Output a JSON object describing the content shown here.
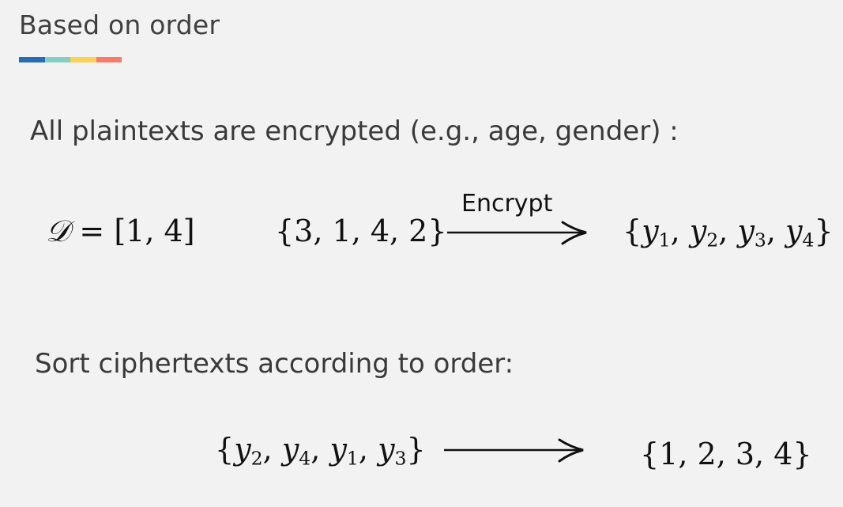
{
  "title": "Based on order",
  "accent_colors": [
    "#2a6cb0",
    "#86cfc4",
    "#f8d254",
    "#f77b6a"
  ],
  "line1": "All plaintexts are encrypted (e.g., age, gender) :",
  "domain": {
    "symbol": "𝒟",
    "equals": "=",
    "interval": "[1, 4]"
  },
  "plaintexts": "{3, 1, 4, 2}",
  "encrypt_label": "Encrypt",
  "ciphertexts": {
    "open": "{",
    "close": "}",
    "letter": "y",
    "subscripts": [
      "1",
      "2",
      "3",
      "4"
    ]
  },
  "line2": "Sort ciphertexts according to order:",
  "sorted_ciphertexts": {
    "open": "{",
    "close": "}",
    "letter": "y",
    "subscripts": [
      "2",
      "4",
      "1",
      "3"
    ]
  },
  "result": "{1, 2, 3, 4}"
}
